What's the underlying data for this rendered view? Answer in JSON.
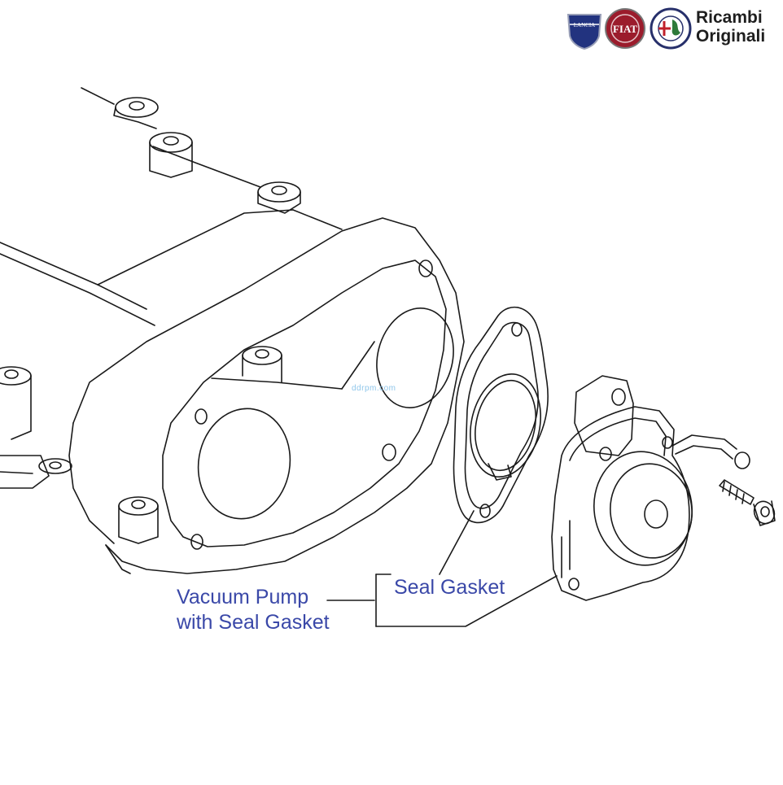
{
  "branding": {
    "line1": "Ricambi",
    "line2": "Originali",
    "logos": [
      "lancia-logo",
      "fiat-logo",
      "alfa-romeo-logo"
    ],
    "logo_text": {
      "lancia": "LANCIA",
      "fiat": "FIAT"
    }
  },
  "watermark": "ddrpm.com",
  "callouts": {
    "assembly_line1": "Vacuum Pump",
    "assembly_line2": "with Seal Gasket",
    "gasket": "Seal Gasket"
  },
  "colors": {
    "label": "#3a48a8",
    "line": "#1a1a1a",
    "brand_text": "#1e1e1e",
    "lancia_blue": "#22337f",
    "fiat_red": "#9b1c2c",
    "alfa_ring": "#27306b"
  }
}
